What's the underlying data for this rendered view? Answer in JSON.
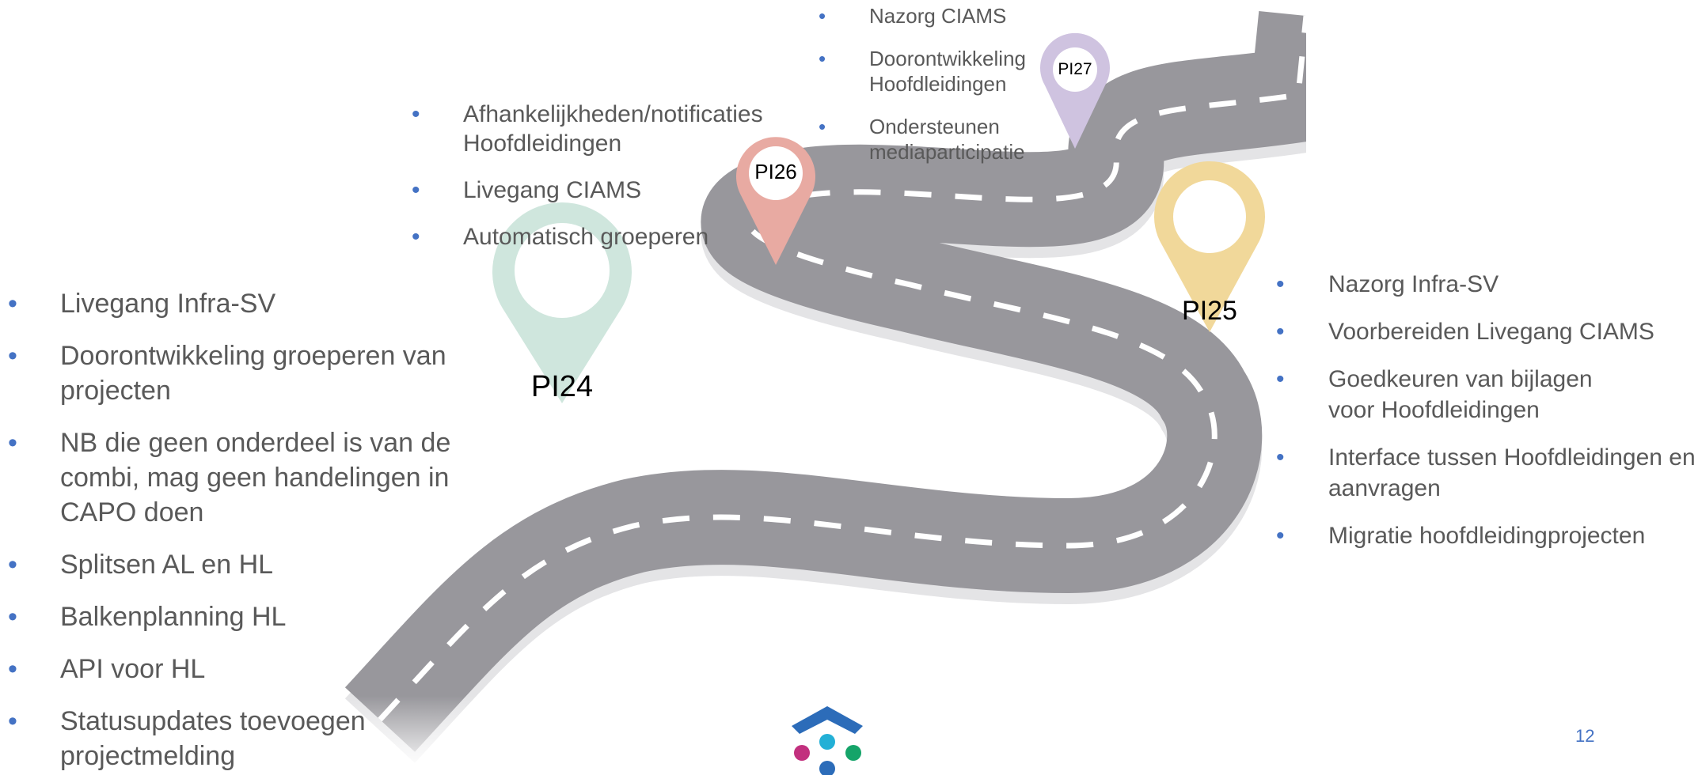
{
  "slide": {
    "page_number": "12",
    "accent_color": "#4472c4",
    "road_color": "#98979c"
  },
  "milestones": [
    {
      "id": "PI24",
      "label": "PI24",
      "color": "#cfe6dd",
      "items": [
        "Livegang Infra-SV",
        "Doorontwikkeling groeperen van projecten",
        "NB die geen onderdeel is van de combi, mag geen handelingen in CAPO doen",
        "Splitsen AL en HL",
        "Balkenplanning HL",
        "API voor HL",
        "Statusupdates toevoegen projectmelding"
      ]
    },
    {
      "id": "PI25",
      "label": "PI25",
      "color": "#f1d89a",
      "items": [
        "Nazorg Infra-SV",
        "Voorbereiden Livegang CIAMS",
        "Goedkeuren van bijlagen voor Hoofdleidingen",
        "Interface tussen Hoofdleidingen en aanvragen",
        "Migratie hoofdleidingprojecten"
      ]
    },
    {
      "id": "PI26",
      "label": "PI26",
      "color": "#e8aaa2",
      "items": [
        "Afhankelijkheden/notificaties Hoofdleidingen",
        "Livegang CIAMS",
        "Automatisch groeperen"
      ]
    },
    {
      "id": "PI27",
      "label": "PI27",
      "color": "#cfc3e0",
      "items": [
        "Nazorg CIAMS",
        "Doorontwikkeling Hoofdleidingen",
        "Ondersteunen mediaparticipatie"
      ]
    }
  ],
  "logo": {
    "name": "organisation-logo",
    "colors": [
      "#2c6cb9",
      "#c2307e",
      "#23b0d6",
      "#15a469"
    ]
  }
}
